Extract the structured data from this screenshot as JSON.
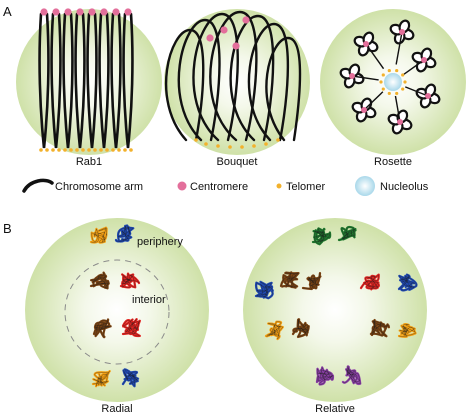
{
  "panel_a": {
    "letter": "A",
    "cells": [
      {
        "label": "Rab1"
      },
      {
        "label": "Bouquet"
      },
      {
        "label": "Rosette"
      }
    ],
    "legend": [
      {
        "label": "Chromosome arm",
        "icon": "chromosome-arm-icon"
      },
      {
        "label": "Centromere",
        "icon": "centromere-icon"
      },
      {
        "label": "Telomer",
        "icon": "telomere-icon"
      },
      {
        "label": "Nucleolus",
        "icon": "nucleolus-icon"
      }
    ]
  },
  "panel_b": {
    "letter": "B",
    "radial": {
      "label": "Radial",
      "periphery_label": "periphery",
      "interior_label": "interior"
    },
    "relative": {
      "label": "Relative"
    }
  },
  "colors": {
    "nucleus_fill": "#d5e5b0",
    "centromere": "#e36f9b",
    "telomere": "#f2b12c",
    "nucleolus": "#bfe3ef",
    "orange": "#f4a012",
    "blue": "#1f49b3",
    "brown": "#7a4312",
    "red": "#e32421",
    "green": "#207a2f",
    "purple": "#8a3fa6"
  }
}
